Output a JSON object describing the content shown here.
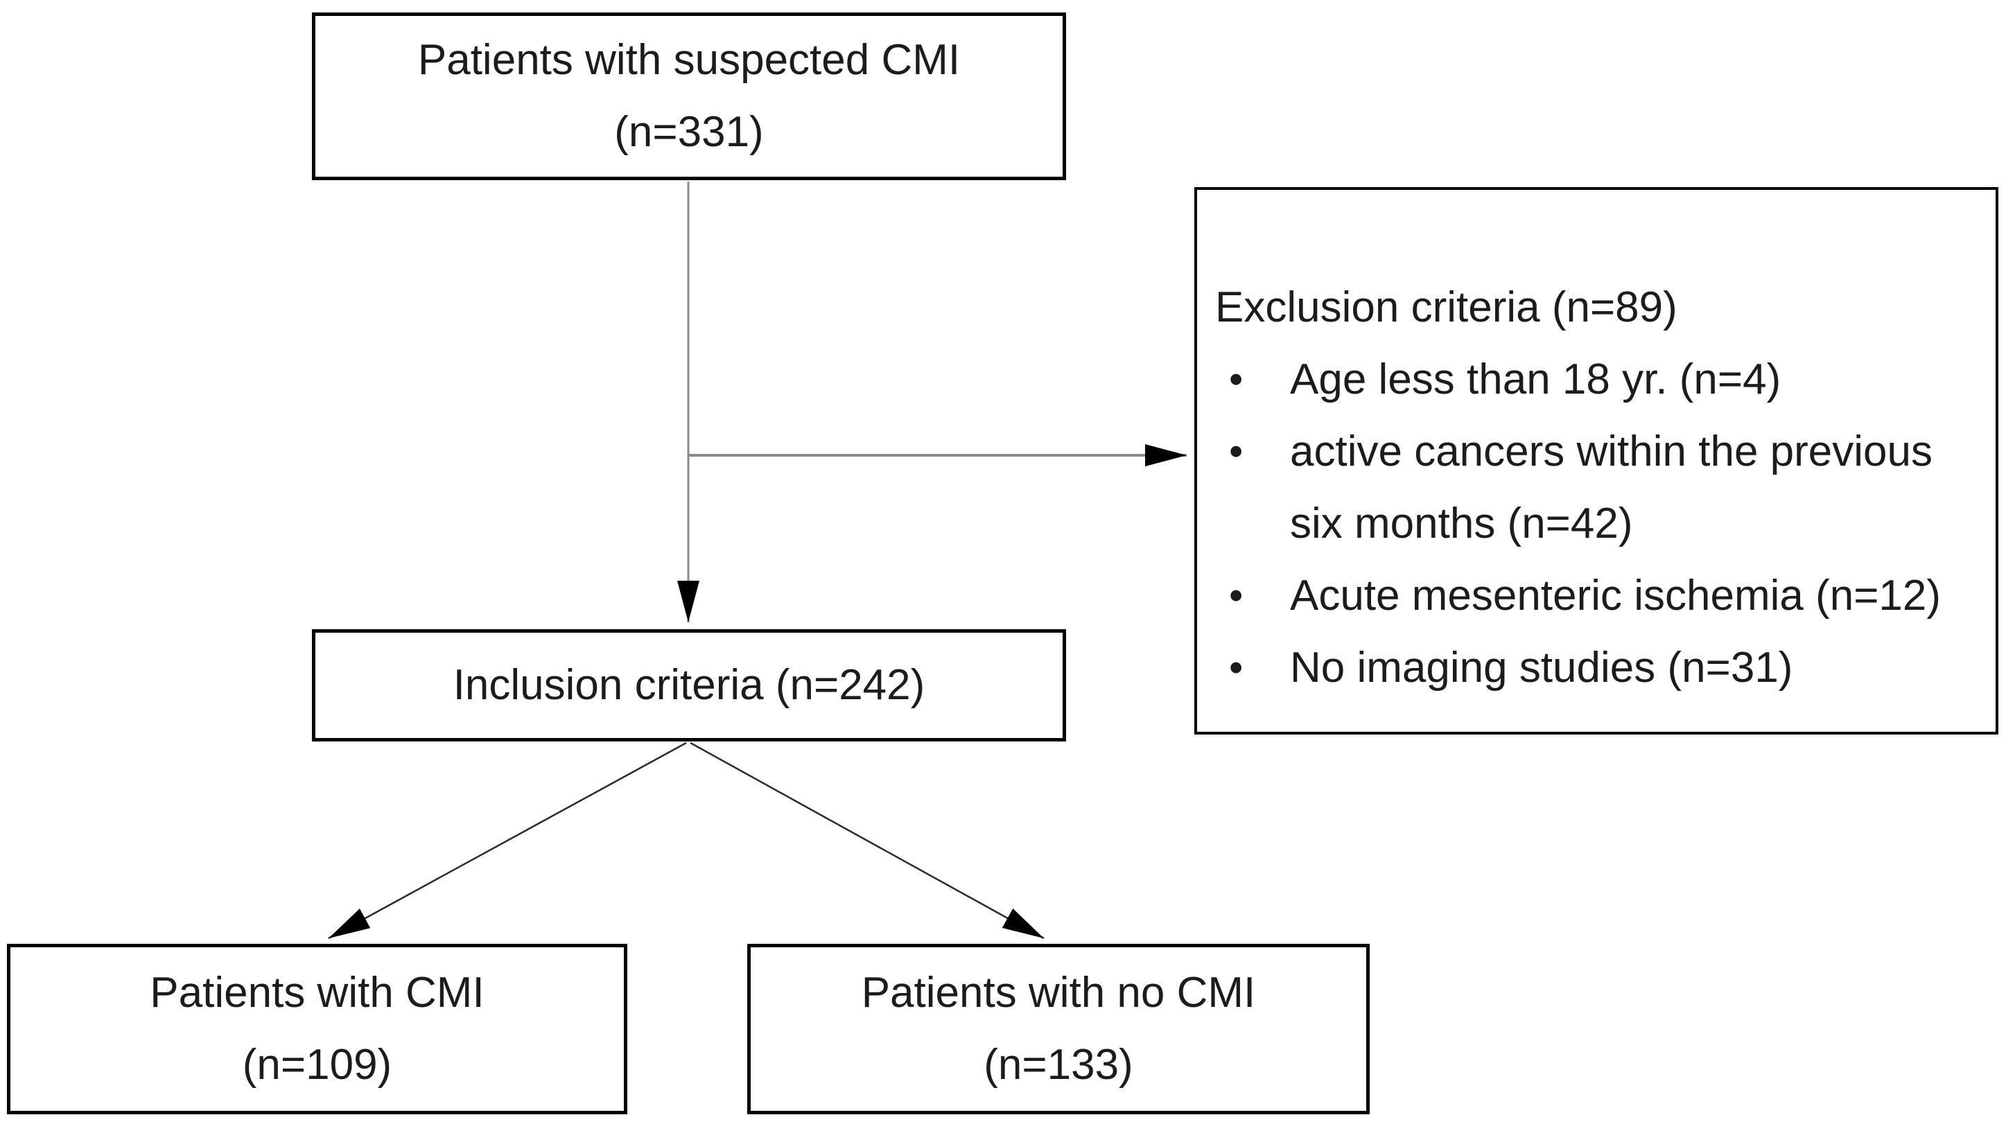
{
  "colors": {
    "background": "#ffffff",
    "text": "#1c1c1c",
    "box_border": "#000000",
    "connector_gray": "#8a8a8a",
    "connector_dark": "#2b2b2b",
    "arrowhead": "#000000"
  },
  "boxes": {
    "suspected": {
      "line1": "Patients with suspected CMI",
      "line2": "(n=331)"
    },
    "exclusion": {
      "title": "Exclusion criteria (n=89)",
      "bullets": [
        "Age less than 18 yr. (n=4)",
        "active cancers within the previous six months (n=42)",
        "Acute mesenteric ischemia (n=12)",
        "No imaging studies (n=31)"
      ]
    },
    "inclusion": {
      "line1": "Inclusion criteria (n=242)"
    },
    "with_cmi": {
      "line1": "Patients with CMI",
      "line2": "(n=109)"
    },
    "no_cmi": {
      "line1": "Patients with no CMI",
      "line2": "(n=133)"
    }
  }
}
